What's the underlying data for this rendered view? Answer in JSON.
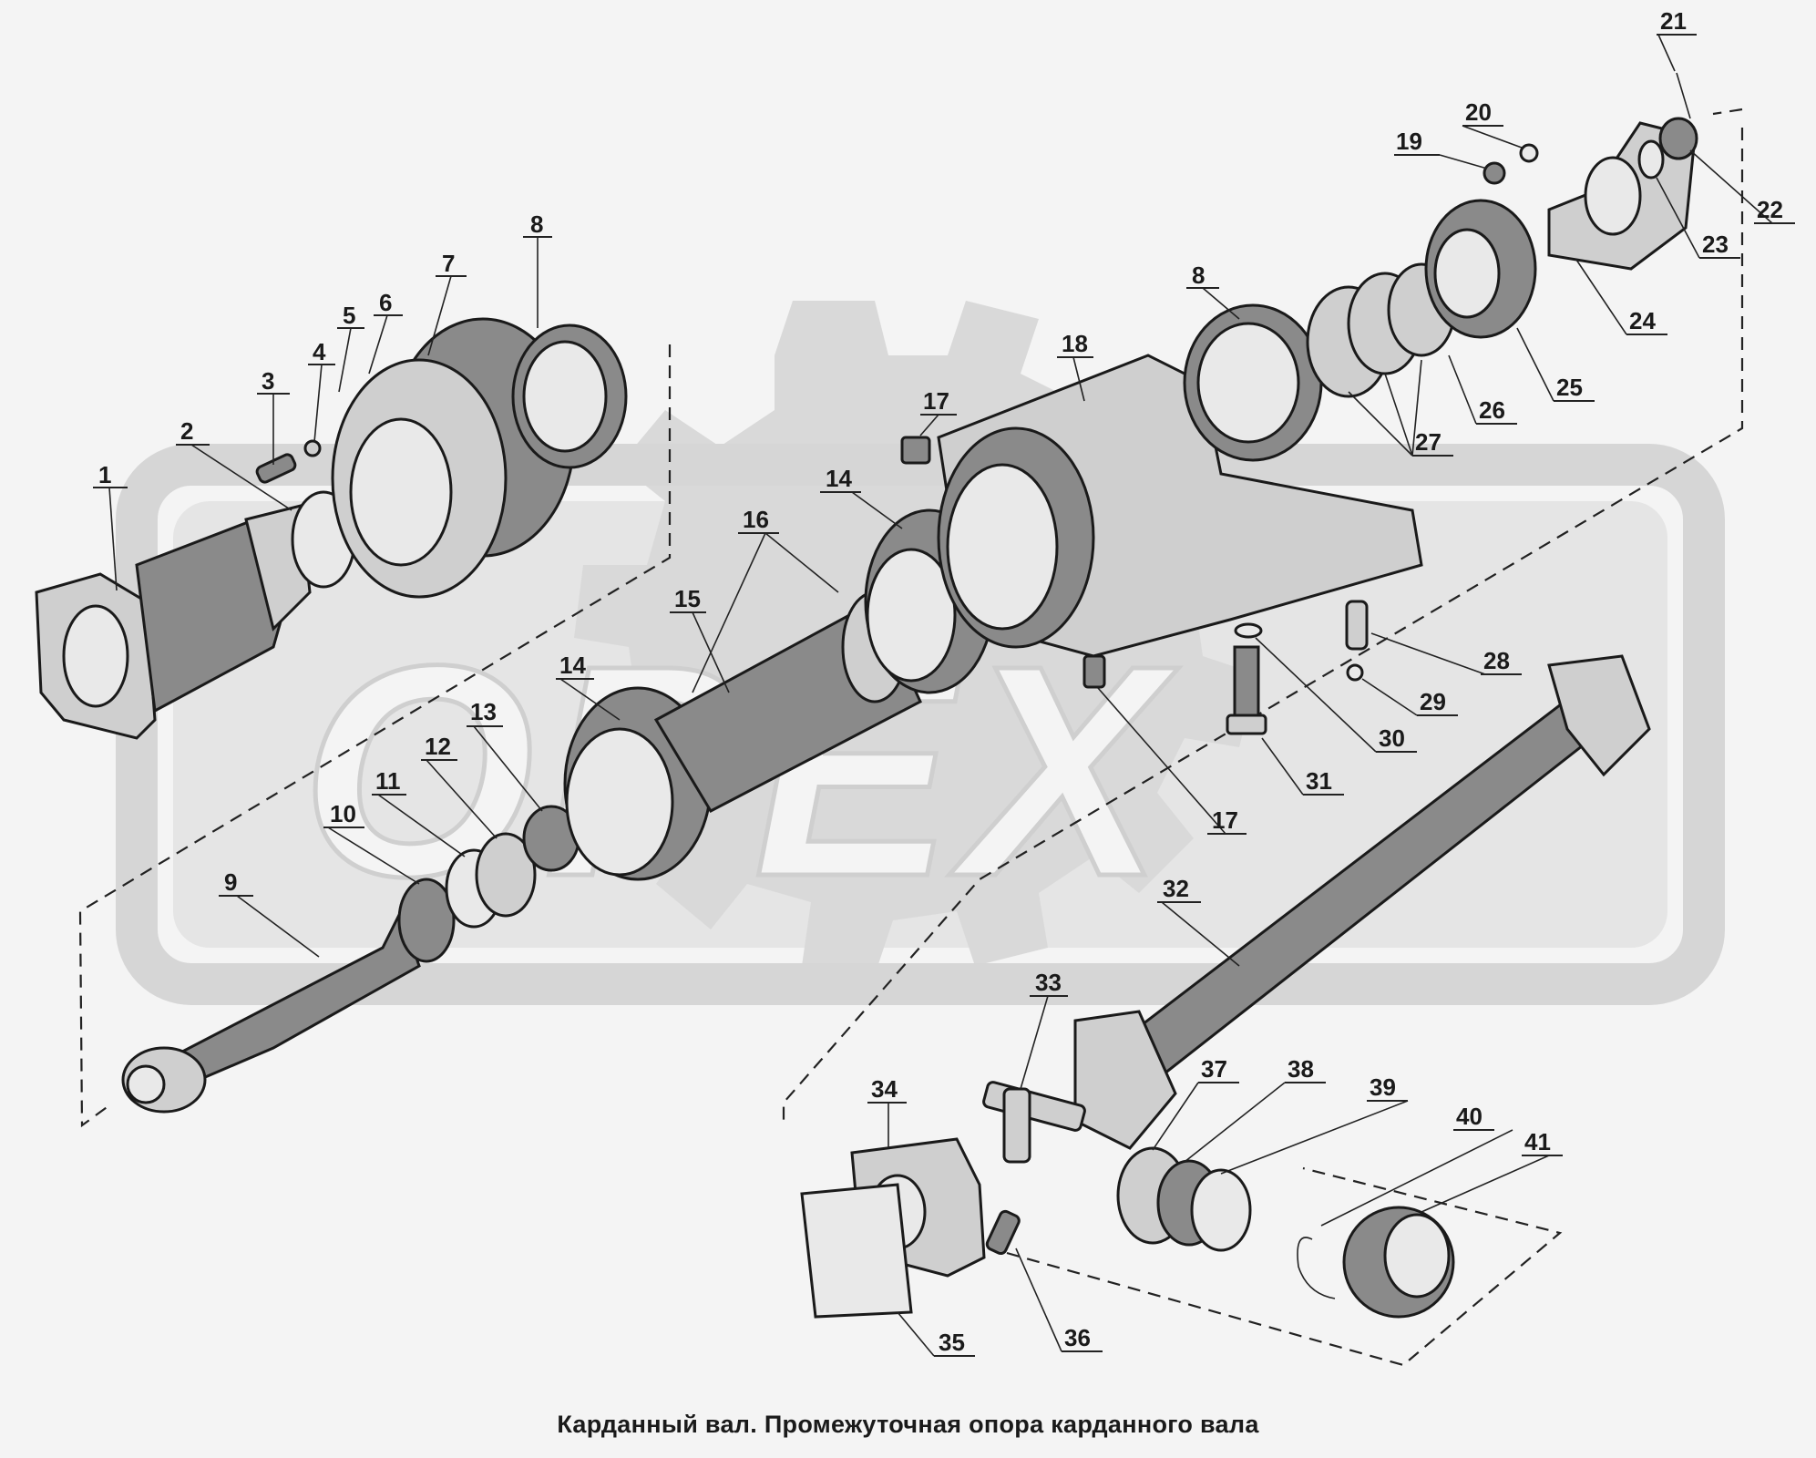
{
  "caption": "Карданный вал.  Промежуточная опора  карданного вала",
  "watermark": "OPEX",
  "callouts": [
    "1",
    "2",
    "3",
    "4",
    "5",
    "6",
    "7",
    "8",
    "8",
    "9",
    "10",
    "11",
    "12",
    "13",
    "14",
    "14",
    "15",
    "16",
    "17",
    "17",
    "18",
    "19",
    "20",
    "21",
    "22",
    "23",
    "24",
    "25",
    "26",
    "27",
    "28",
    "29",
    "30",
    "31",
    "32",
    "33",
    "34",
    "35",
    "36",
    "37",
    "38",
    "39",
    "40",
    "41"
  ],
  "colors": {
    "background": "#f4f4f4",
    "watermark": "#d9d9d9",
    "ink": "#1a1a1a"
  }
}
